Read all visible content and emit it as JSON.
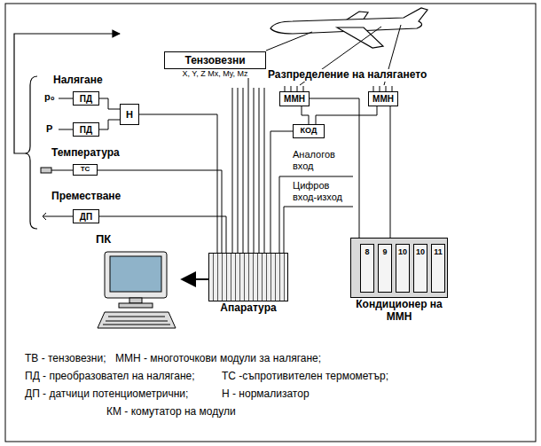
{
  "diagram": {
    "nodes": [
      {
        "text": [
          "Тензовезни",
          "X, Y, Z Mx, My, Mz"
        ]
      },
      {
        "text": [
          "ММН"
        ]
      },
      {
        "text": [
          "ММН"
        ]
      },
      {
        "text": [
          "ПД"
        ]
      },
      {
        "text": [
          "ПД"
        ]
      },
      {
        "text": [
          "Н"
        ]
      },
      {
        "text": [
          "ТС"
        ]
      },
      {
        "text": [
          "ДП"
        ]
      },
      {
        "text": [
          "КОД"
        ]
      },
      {
        "text": [
          "Апаратура"
        ]
      },
      {
        "text": [
          "Кондиционер на ММН"
        ]
      },
      {
        "text": [
          "8"
        ],
        "in": 10
      },
      {
        "text": [
          "9"
        ],
        "in": 10
      },
      {
        "text": [
          "10"
        ],
        "in": 10
      },
      {
        "text": [
          "10"
        ],
        "in": 10
      },
      {
        "text": [
          "11"
        ],
        "in": 10
      },
      {
        "text": [
          "ПК"
        ]
      }
    ],
    "edges": [
      {
        "from": 0,
        "to": 9,
        "arrow": "none"
      },
      {
        "from": 3,
        "to": 5,
        "arrow": "none"
      },
      {
        "from": 4,
        "to": 5,
        "arrow": "none"
      },
      {
        "from": 5,
        "to": 9,
        "arrow": "none"
      },
      {
        "from": 6,
        "to": 9,
        "arrow": "none"
      },
      {
        "from": 7,
        "to": 9,
        "arrow": "none"
      },
      {
        "from": 1,
        "to": 8,
        "arrow": "none"
      },
      {
        "from": 2,
        "to": 8,
        "arrow": "none"
      },
      {
        "from": 8,
        "to": 9,
        "arrow": "none"
      },
      {
        "from": 1,
        "to": 10,
        "arrow": "none"
      },
      {
        "from": 2,
        "to": 10,
        "arrow": "none"
      },
      {
        "from": 9,
        "to": 16,
        "arrow": "to"
      }
    ],
    "labels": [
      "Налягане",
      "p₀",
      "P",
      "Температура",
      "Преместване",
      "Разпределение на налягането",
      "Аналогов вход",
      "Цифров вход-изход",
      "ТВ - тензовезни;",
      "ММН - многоточкови модули за налягане;",
      "ПД - преобразовател на налягане;",
      "ТС -съпротивителен термометър;",
      "ДП - датчици потенциометрични;",
      "Н - нормализатор",
      "КМ - комутатор на модули"
    ]
  }
}
